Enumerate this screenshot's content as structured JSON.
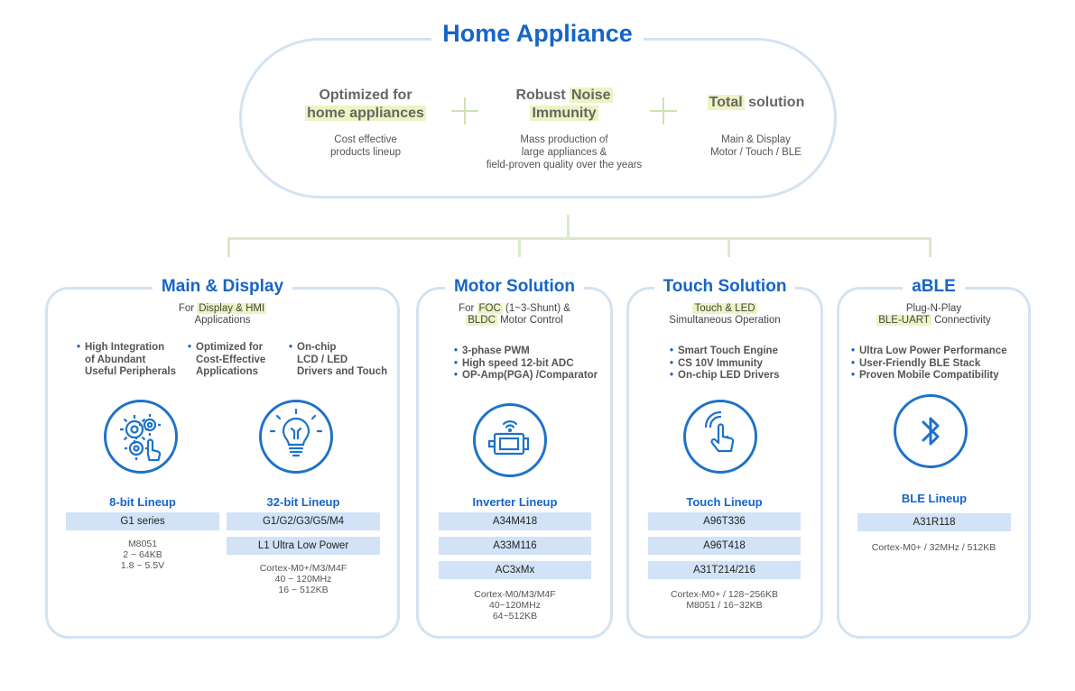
{
  "header": {
    "title": "Home Appliance"
  },
  "features": [
    {
      "title_line1": "Optimized for",
      "title_line2_hl": "home appliances",
      "desc_line1": "Cost effective",
      "desc_line2": "products lineup"
    },
    {
      "title_line1_plain": "Robust ",
      "title_line1_hl": "Noise",
      "title_line2_hl": "Immunity",
      "desc_line1": "Mass production of",
      "desc_line2": "large appliances &",
      "desc_line3": "field-proven quality over the years"
    },
    {
      "title_hl": "Total",
      "title_rest": " solution",
      "desc_line1": "Main & Display",
      "desc_line2": "Motor / Touch / BLE"
    }
  ],
  "cards": {
    "main_display": {
      "title": "Main & Display",
      "sub_prefix": "For ",
      "sub_hl": "Display & HMI",
      "sub_line2": "Applications",
      "bullets_a": [
        "High Integration",
        "of Abundant",
        "Useful Peripherals"
      ],
      "bullets_b": [
        "Optimized for",
        "Cost-Effective",
        "Applications"
      ],
      "bullets_c": [
        "On-chip",
        "LCD / LED",
        "Drivers and Touch"
      ],
      "lineup8": {
        "title": "8-bit Lineup",
        "chips": [
          "G1 series"
        ],
        "specs": [
          "M8051",
          "2 ~ 64KB",
          "1.8 ~ 5.5V"
        ]
      },
      "lineup32": {
        "title": "32-bit Lineup",
        "chips": [
          "G1/G2/G3/G5/M4",
          "L1 Ultra Low Power"
        ],
        "specs": [
          "Cortex-M0+/M3/M4F",
          "40 ~ 120MHz",
          "16 ~ 512KB"
        ]
      }
    },
    "motor": {
      "title": "Motor Solution",
      "sub_prefix": "For ",
      "sub_hl1": "FOC",
      "sub_mid": " (1~3-Shunt) &",
      "sub_hl2": "BLDC",
      "sub_rest": " Motor Control",
      "bullets": [
        "3-phase PWM",
        "High speed 12-bit ADC",
        "OP-Amp(PGA) /Comparator"
      ],
      "lineup": {
        "title": "Inverter Lineup",
        "chips": [
          "A34M418",
          "A33M116",
          "AC3xMx"
        ],
        "specs": [
          "Cortex-M0/M3/M4F",
          "40~120MHz",
          "64~512KB"
        ]
      }
    },
    "touch": {
      "title": "Touch Solution",
      "sub_hl": "Touch & LED",
      "sub_line2": "Simultaneous Operation",
      "bullets": [
        "Smart Touch Engine",
        "CS 10V Immunity",
        "On-chip LED Drivers"
      ],
      "lineup": {
        "title": "Touch Lineup",
        "chips": [
          "A96T336",
          "A96T418",
          "A31T214/216"
        ],
        "specs": [
          "Cortex-M0+ / 128~256KB",
          "M8051 / 16~32KB"
        ]
      }
    },
    "able": {
      "title": "aBLE",
      "sub_line1": "Plug-N-Play",
      "sub_hl": "BLE-UART",
      "sub_rest": " Connectivity",
      "bullets": [
        "Ultra Low Power Performance",
        "User-Friendly BLE Stack",
        "Proven Mobile Compatibility"
      ],
      "lineup": {
        "title": "BLE Lineup",
        "chips": [
          "A31R118"
        ],
        "specs": [
          "Cortex-M0+ / 32MHz / 512KB"
        ]
      }
    }
  },
  "colors": {
    "accent": "#1565c8",
    "highlight": "#eef3c2",
    "chip": "#d2e3f7",
    "border": "#d3e3f2",
    "connector": "#dbe9c9"
  }
}
